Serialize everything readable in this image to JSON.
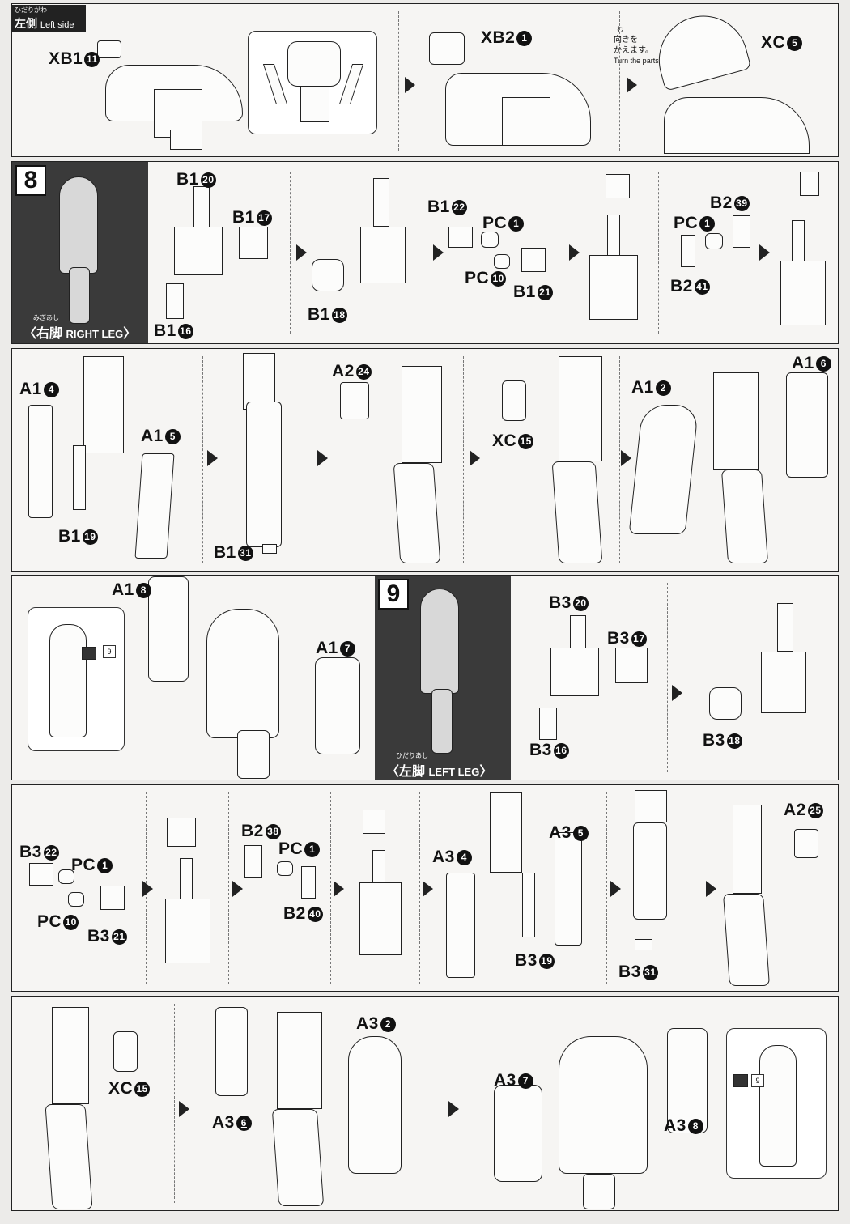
{
  "header": {
    "ruby": "ひだりがわ",
    "jp": "左側",
    "en": "Left side"
  },
  "panel1": {
    "xb1": "XB1",
    "xb1_n": "11",
    "xb2": "XB2",
    "xb2_n": "1",
    "xc": "XC",
    "xc_n": "5",
    "note_ruby": "む",
    "note_jp1": "向きを",
    "note_jp2": "かえます。",
    "note_en": "Turn the parts."
  },
  "step8": {
    "number": "8",
    "title_ruby": "みぎあし",
    "title_jp": "右脚",
    "title_en": "RIGHT LEG",
    "labels": [
      {
        "t": "B1",
        "n": "20"
      },
      {
        "t": "B1",
        "n": "17"
      },
      {
        "t": "B1",
        "n": "16"
      },
      {
        "t": "B1",
        "n": "18"
      },
      {
        "t": "B1",
        "n": "22"
      },
      {
        "t": "PC",
        "n": "1"
      },
      {
        "t": "PC",
        "n": "10"
      },
      {
        "t": "B1",
        "n": "21"
      },
      {
        "t": "B2",
        "n": "39"
      },
      {
        "t": "PC",
        "n": "1"
      },
      {
        "t": "B2",
        "n": "41"
      }
    ]
  },
  "row3": {
    "labels": [
      {
        "t": "A1",
        "n": "4"
      },
      {
        "t": "A1",
        "n": "5"
      },
      {
        "t": "B1",
        "n": "19"
      },
      {
        "t": "B1",
        "n": "31"
      },
      {
        "t": "A2",
        "n": "24"
      },
      {
        "t": "XC",
        "n": "15"
      },
      {
        "t": "A1",
        "n": "2"
      },
      {
        "t": "A1",
        "n": "6"
      }
    ]
  },
  "row4": {
    "labels": [
      {
        "t": "A1",
        "n": "8"
      },
      {
        "t": "A1",
        "n": "7"
      }
    ],
    "detail_num": "9"
  },
  "step9": {
    "number": "9",
    "title_ruby": "ひだりあし",
    "title_jp": "左脚",
    "title_en": "LEFT LEG",
    "labels": [
      {
        "t": "B3",
        "n": "20"
      },
      {
        "t": "B3",
        "n": "17"
      },
      {
        "t": "B3",
        "n": "16"
      },
      {
        "t": "B3",
        "n": "18"
      }
    ]
  },
  "row5": {
    "labels": [
      {
        "t": "B3",
        "n": "22"
      },
      {
        "t": "PC",
        "n": "1"
      },
      {
        "t": "PC",
        "n": "10"
      },
      {
        "t": "B3",
        "n": "21"
      },
      {
        "t": "B2",
        "n": "38"
      },
      {
        "t": "PC",
        "n": "1"
      },
      {
        "t": "B2",
        "n": "40"
      },
      {
        "t": "A3",
        "n": "4"
      },
      {
        "t": "A3",
        "n": "5"
      },
      {
        "t": "B3",
        "n": "19"
      },
      {
        "t": "B3",
        "n": "31"
      },
      {
        "t": "A2",
        "n": "25"
      }
    ]
  },
  "row6": {
    "labels": [
      {
        "t": "XC",
        "n": "15"
      },
      {
        "t": "A3",
        "n": "6"
      },
      {
        "t": "A3",
        "n": "2"
      },
      {
        "t": "A3",
        "n": "7"
      },
      {
        "t": "A3",
        "n": "8"
      }
    ],
    "detail_num": "9"
  }
}
